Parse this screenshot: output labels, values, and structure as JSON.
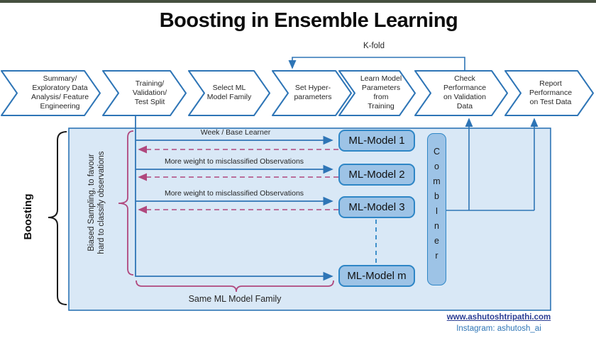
{
  "title": "Boosting in Ensemble Learning",
  "kfold_label": "K-fold",
  "pipeline": {
    "steps": [
      {
        "label": "Summary/\nExploratory Data\nAnalysis/ Feature\nEngineering"
      },
      {
        "label": "Training/\nValidation/\nTest Split"
      },
      {
        "label": "Select ML\nModel Family"
      },
      {
        "label": "Set Hyper-\nparameters"
      },
      {
        "label": "Learn Model\nParameters\nfrom\nTraining"
      },
      {
        "label": "Check\nPerformance\non Validation\nData"
      },
      {
        "label": "Report\nPerformance\non Test Data"
      }
    ]
  },
  "boosting": {
    "side_label": "Boosting",
    "bias_label": "Biased Sampling, to favour\nhard to classify observations",
    "arrow_labels": {
      "first": "Week / Base Learner",
      "second": "More weight to misclassified Observations",
      "third": "More weight to misclassified Observations"
    },
    "models": [
      "ML-Model 1",
      "ML-Model 2",
      "ML-Model 3",
      "ML-Model m"
    ],
    "combiner_label": "C\no\nm\nb\nI\nn\ne\nr",
    "family_label": "Same ML Model Family"
  },
  "footer": {
    "website": "www.ashutoshtripathi.com",
    "instagram": "Instagram: ashutosh_ai"
  },
  "colors": {
    "accent_blue": "#2E75B6",
    "big_box_fill": "#D9E8F6",
    "model_fill": "#9DC3E6",
    "pink": "#B0487E",
    "top_bar": "#45503f"
  }
}
